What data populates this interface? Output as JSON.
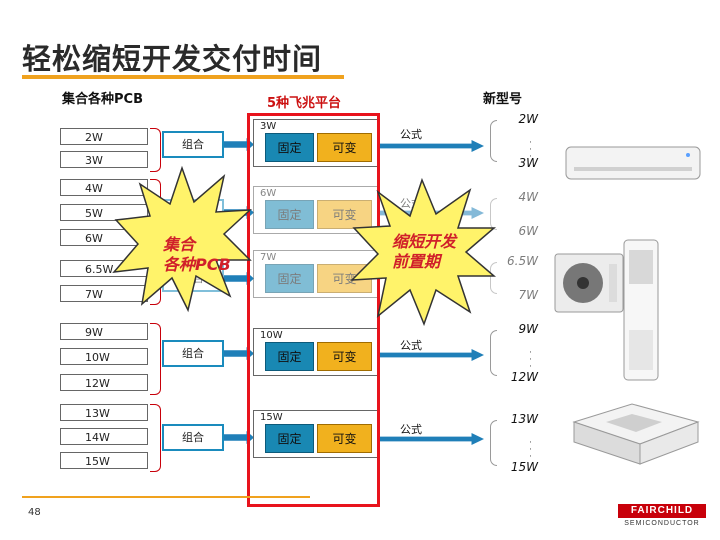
{
  "title": "轻松缩短开发交付时间",
  "headers": {
    "pcb": "集合各种PCB",
    "platform": "5种飞兆平台",
    "new_model": "新型号"
  },
  "pcb_items": [
    "2W",
    "3W",
    "4W",
    "5W",
    "6W",
    "6.5W",
    "7W",
    "9W",
    "10W",
    "12W",
    "13W",
    "14W",
    "15W"
  ],
  "combo_label": "组合",
  "platforms": [
    {
      "label": "3W",
      "fixed": "固定",
      "variable": "可变"
    },
    {
      "label": "6W",
      "fixed": "固定",
      "variable": "可变"
    },
    {
      "label": "7W",
      "fixed": "固定",
      "variable": "可变"
    },
    {
      "label": "10W",
      "fixed": "固定",
      "variable": "可变"
    },
    {
      "label": "15W",
      "fixed": "固定",
      "variable": "可变"
    }
  ],
  "formula_label": "公式",
  "models": [
    {
      "top": "2W",
      "bottom": "3W"
    },
    {
      "top": "4W",
      "bottom": "6W"
    },
    {
      "top": "6.5W",
      "bottom": "7W"
    },
    {
      "top": "9W",
      "bottom": "12W"
    },
    {
      "top": "13W",
      "bottom": "15W"
    }
  ],
  "bursts": {
    "left": "集合\n各种PCB",
    "right": "缩短开发\n前置期"
  },
  "page_number": "48",
  "logo": {
    "line1": "FAIRCHILD",
    "line2": "SEMICONDUCTOR"
  },
  "colors": {
    "accent": "#f0a21e",
    "fixed": "#1988b3",
    "variable": "#f1b11e",
    "frame": "#e8131c"
  }
}
